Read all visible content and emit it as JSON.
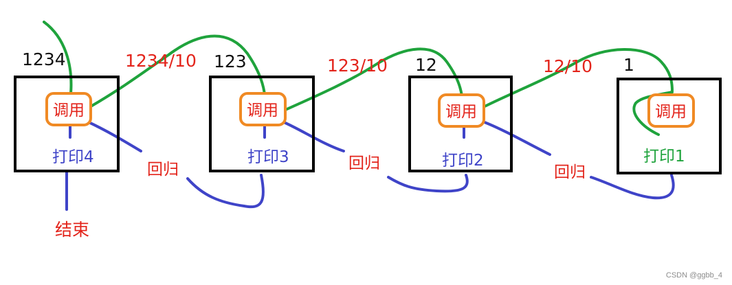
{
  "colors": {
    "box": "#000000",
    "call_border": "#f08a24",
    "call_text": "#e3241b",
    "green": "#1fa33c",
    "blue": "#3f44c8",
    "red": "#e3241b",
    "black": "#111111"
  },
  "frames": [
    {
      "value": "1234",
      "call": "调用",
      "print": "打印4"
    },
    {
      "value": "123",
      "call": "调用",
      "print": "打印3"
    },
    {
      "value": "12",
      "call": "调用",
      "print": "打印2"
    },
    {
      "value": "1",
      "call": "调用",
      "print": "打印1"
    }
  ],
  "divisions": [
    "1234/10",
    "123/10",
    "12/10"
  ],
  "returns": [
    "回归",
    "回归",
    "回归"
  ],
  "end_label": "结束",
  "watermark": "CSDN @ggbb_4"
}
